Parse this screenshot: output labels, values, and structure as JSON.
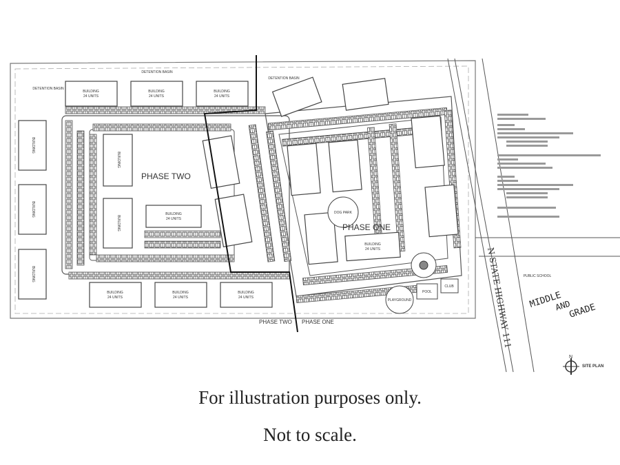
{
  "plan": {
    "phase_two_label": "PHASE TWO",
    "phase_one_label": "PHASE ONE",
    "phase_two_boundary_label": "PHASE TWO",
    "phase_one_boundary_label": "PHASE ONE",
    "detention_basin": "DETENTION BASIN",
    "building_label": "BUILDING",
    "units_label": "24 UNITS",
    "dog_park": "DOG PARK",
    "playground": "PLAYGROUND",
    "pool": "POOL",
    "club": "CLUB",
    "highway": "N STATE HIGHWAY 111",
    "school_label": "PUBLIC SCHOOL",
    "handwritten_note": [
      "MIDDLE",
      "AND",
      "GRADE"
    ],
    "north_label": "N",
    "site_plan_label": "SITE PLAN"
  },
  "caption": {
    "line1": "For illustration purposes only.",
    "line2": "Not to scale."
  }
}
